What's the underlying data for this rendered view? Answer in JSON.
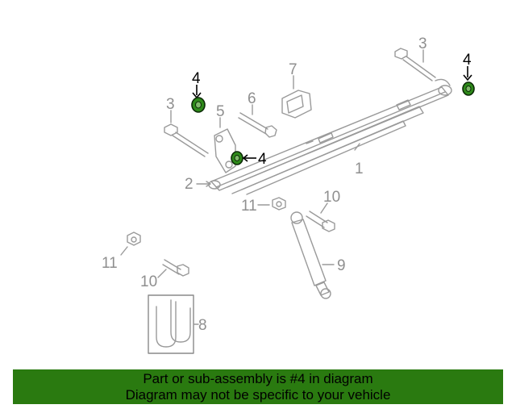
{
  "diagram": {
    "highlight_color": "#2a7a10",
    "callouts": {
      "leaf_spring": "1",
      "shackle_bolt": "2",
      "bolt_top_left": "3",
      "bolt_top_right": "3",
      "bushing_top_left": "4",
      "bushing_mid": "4",
      "bushing_right": "4",
      "shackle": "5",
      "bolt_6": "6",
      "bracket": "7",
      "u_bolt": "8",
      "shock_absorber": "9",
      "bolt_10_right": "10",
      "bolt_10_left": "10",
      "nut_11_center": "11",
      "nut_11_left": "11"
    }
  },
  "banner": {
    "line1": "Part or sub-assembly is #4 in diagram",
    "line2": "Diagram may not be specific to your vehicle"
  }
}
